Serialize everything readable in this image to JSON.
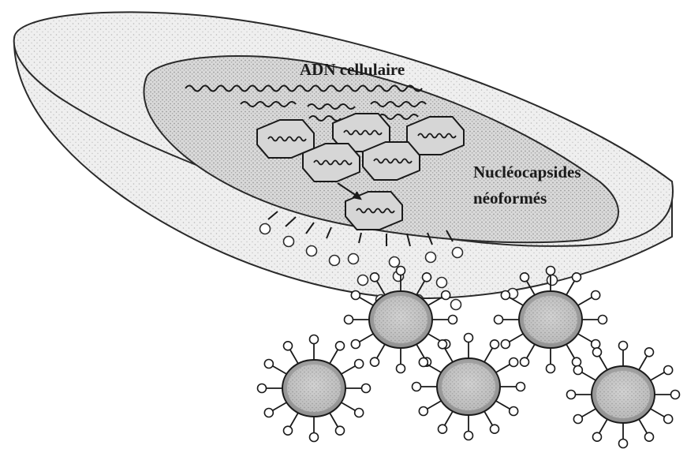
{
  "diagram": {
    "labels": {
      "adn": "ADN cellulaire",
      "nucleocapsides_line1": "Nucléocapsides",
      "nucleocapsides_line2": "néoformés"
    }
  }
}
